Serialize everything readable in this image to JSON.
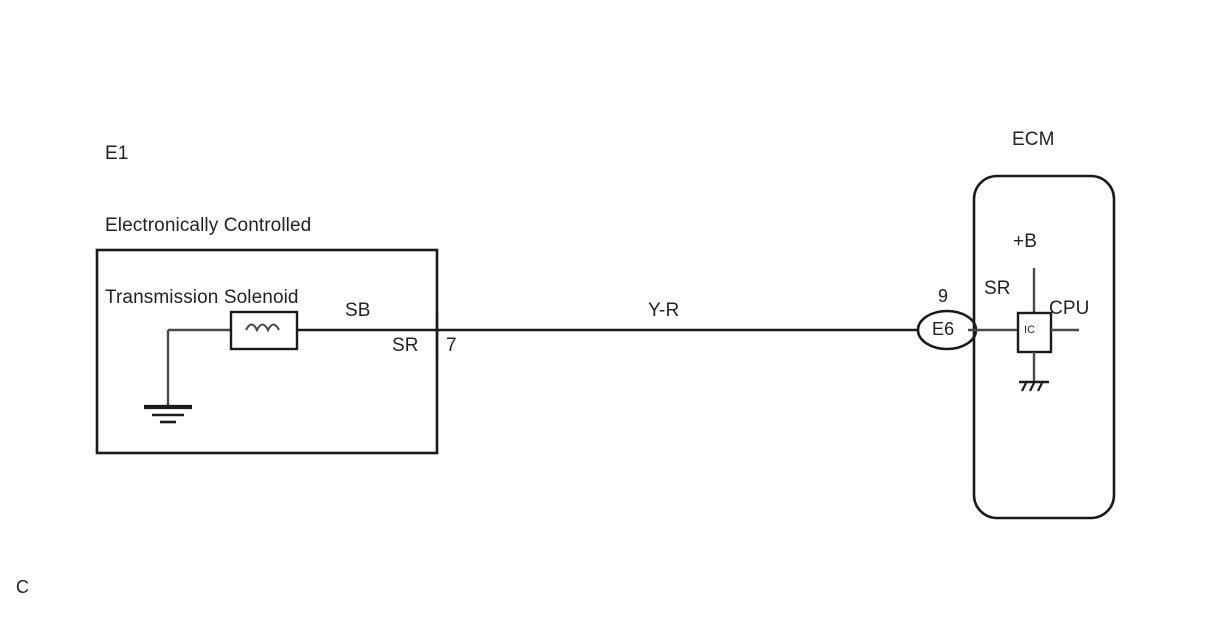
{
  "diagram": {
    "title_component": {
      "code": "E1",
      "name_line1": "Electronically Controlled",
      "name_line2": "Transmission Solenoid"
    },
    "ecm": {
      "title": "ECM",
      "power_label": "+B",
      "signal_label": "SR",
      "cpu_label": "CPU",
      "ic_label": "IC",
      "connector_id": "E6",
      "connector_pin": "9"
    },
    "solenoid": {
      "terminal_label_top": "SB",
      "terminal_label_bottom": "SR",
      "pin_number": "7"
    },
    "wire": {
      "color_code": "Y-R"
    },
    "corner_mark": "C",
    "colors": {
      "line": "#1a1a1a",
      "text": "#222222",
      "background": "#ffffff"
    }
  }
}
